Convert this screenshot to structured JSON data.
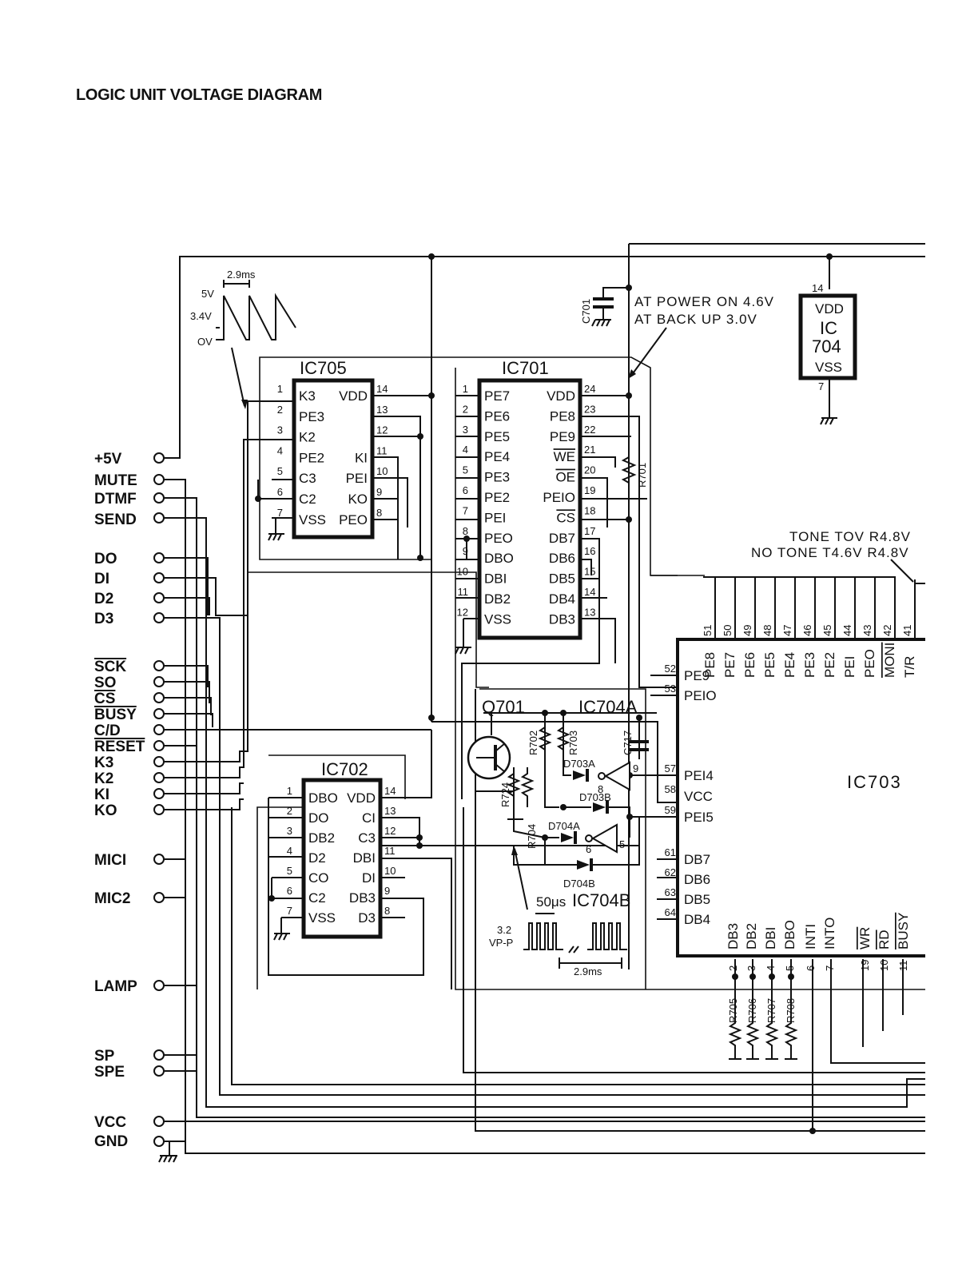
{
  "title": "LOGIC UNIT VOLTAGE DIAGRAM",
  "connector_labels": [
    "+5V",
    "MUTE",
    "DTMF",
    "SEND",
    "DO",
    "DI",
    "D2",
    "D3",
    "SCK",
    "SO",
    "CS",
    "BUSY",
    "C/D",
    "RESET",
    "K3",
    "K2",
    "KI",
    "KO",
    "MICI",
    "MIC2",
    "LAMP",
    "SP",
    "SPE",
    "VCC",
    "GND"
  ],
  "ic705": {
    "name": "IC705",
    "left_pins": [
      [
        "1",
        "K3"
      ],
      [
        "2",
        "PE3"
      ],
      [
        "3",
        "K2"
      ],
      [
        "4",
        "PE2"
      ],
      [
        "5",
        "C3"
      ],
      [
        "6",
        "C2"
      ],
      [
        "7",
        "VSS"
      ]
    ],
    "right_pins": [
      [
        "14",
        "VDD"
      ],
      [
        "13",
        ""
      ],
      [
        "12",
        ""
      ],
      [
        "11",
        "KI"
      ],
      [
        "10",
        "PEI"
      ],
      [
        "9",
        "KO"
      ],
      [
        "8",
        "PEO"
      ]
    ]
  },
  "ic701": {
    "name": "IC701",
    "left_pins": [
      [
        "1",
        "PE7"
      ],
      [
        "2",
        "PE6"
      ],
      [
        "3",
        "PE5"
      ],
      [
        "4",
        "PE4"
      ],
      [
        "5",
        "PE3"
      ],
      [
        "6",
        "PE2"
      ],
      [
        "7",
        "PEI"
      ],
      [
        "8",
        "PEO"
      ],
      [
        "9",
        "DBO"
      ],
      [
        "10",
        "DBI"
      ],
      [
        "11",
        "DB2"
      ],
      [
        "12",
        "VSS"
      ]
    ],
    "right_pins": [
      [
        "24",
        "VDD"
      ],
      [
        "23",
        "PE8"
      ],
      [
        "22",
        "PE9"
      ],
      [
        "21",
        "WE"
      ],
      [
        "20",
        "OE"
      ],
      [
        "19",
        "PEIO"
      ],
      [
        "18",
        "CS"
      ],
      [
        "17",
        "DB7"
      ],
      [
        "16",
        "DB6"
      ],
      [
        "15",
        "DB5"
      ],
      [
        "14",
        "DB4"
      ],
      [
        "13",
        "DB3"
      ]
    ]
  },
  "ic702": {
    "name": "IC702",
    "left_pins": [
      [
        "1",
        "DBO"
      ],
      [
        "2",
        "DO"
      ],
      [
        "3",
        "DB2"
      ],
      [
        "4",
        "D2"
      ],
      [
        "5",
        "CO"
      ],
      [
        "6",
        "C2"
      ],
      [
        "7",
        "VSS"
      ]
    ],
    "right_pins": [
      [
        "14",
        "VDD"
      ],
      [
        "13",
        "CI"
      ],
      [
        "12",
        "C3"
      ],
      [
        "11",
        "DBI"
      ],
      [
        "10",
        "DI"
      ],
      [
        "9",
        "DB3"
      ],
      [
        "8",
        "D3"
      ]
    ]
  },
  "ic704": {
    "vdd": "VDD",
    "name_line1": "IC",
    "name_line2": "704",
    "vss": "VSS",
    "pin_top": "14",
    "pin_bottom": "7"
  },
  "ic703": {
    "name": "IC703",
    "top_pins": [
      [
        "51",
        "PE8"
      ],
      [
        "50",
        "PE7"
      ],
      [
        "49",
        "PE6"
      ],
      [
        "48",
        "PE5"
      ],
      [
        "47",
        "PE4"
      ],
      [
        "46",
        "PE3"
      ],
      [
        "45",
        "PE2"
      ],
      [
        "44",
        "PEI"
      ],
      [
        "43",
        "PEO"
      ],
      [
        "42",
        "MONI"
      ],
      [
        "41",
        "T/R"
      ]
    ],
    "left_pins": [
      [
        "52",
        "PE9"
      ],
      [
        "53",
        "PEIO"
      ],
      [
        "57",
        "PEI4"
      ],
      [
        "58",
        "VCC"
      ],
      [
        "59",
        "PEI5"
      ],
      [
        "61",
        "DB7"
      ],
      [
        "62",
        "DB6"
      ],
      [
        "63",
        "DB5"
      ],
      [
        "64",
        "DB4"
      ]
    ],
    "bottom_pins": [
      [
        "2",
        "DB3"
      ],
      [
        "3",
        "DB2"
      ],
      [
        "4",
        "DBI"
      ],
      [
        "5",
        "DBO"
      ],
      [
        "6",
        "INTI"
      ],
      [
        "7",
        "INTO"
      ],
      [
        "19",
        "WR"
      ],
      [
        "10",
        "RD"
      ],
      [
        "11",
        "BUSY"
      ]
    ]
  },
  "annotations": {
    "power_on": "AT POWER ON 4.6V",
    "back_up": "AT BACK UP 3.0V",
    "tone": "TONE TOV R4.8V",
    "no_tone": "NO TONE T4.6V R4.8V",
    "q701": "Q701",
    "ic704a": "IC704A",
    "ic704b": "IC704B",
    "wave1_period": "2.9ms",
    "wave1_5v": "5V",
    "wave1_34v": "3.4V",
    "wave1_0v": "OV",
    "wave2_period": "2.9ms",
    "wave2_width": "50μs",
    "wave2_amp_1": "3.2",
    "wave2_amp_2": "VP-P"
  },
  "components": {
    "c701": "C701",
    "c717": "C717",
    "r701": "R701",
    "r702": "R702",
    "r703": "R703",
    "r704": "R704",
    "r724": "R724",
    "d703a": "D703A",
    "d703b": "D703B",
    "d704a": "D704A",
    "d704b": "D704B",
    "r705": "R705",
    "r706": "R706",
    "r707": "R707",
    "r708": "R708",
    "inv_a_in": "9",
    "inv_a_out": "8",
    "inv_b_in": "5",
    "inv_b_out": "6"
  }
}
